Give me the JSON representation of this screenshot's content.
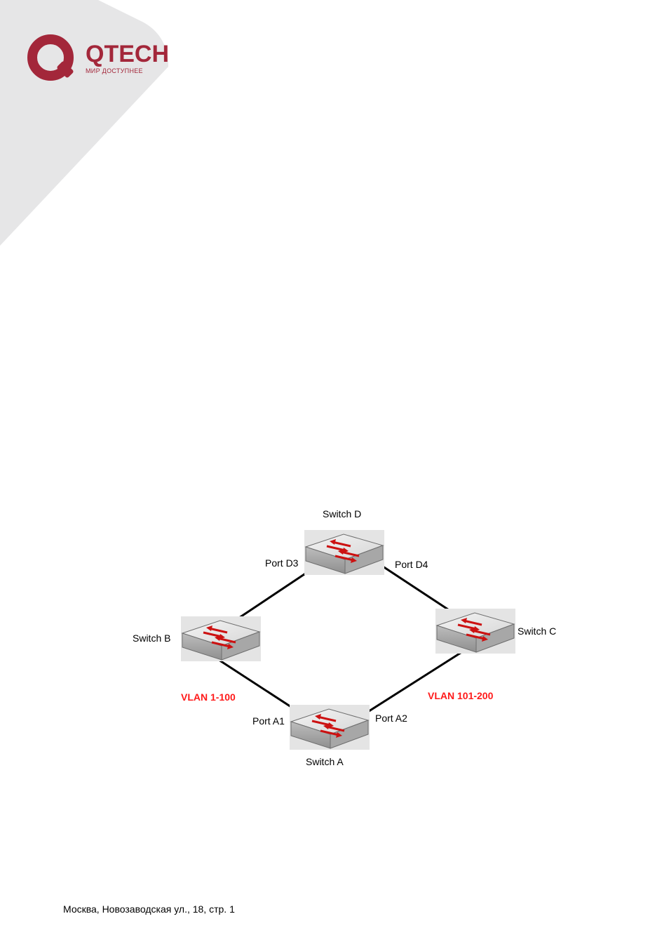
{
  "brand": {
    "name": "QTECH",
    "tagline": "МИР ДОСТУПНЕЕ",
    "colors": {
      "primary": "#a3273a",
      "corner_bg": "#e6e6e7"
    }
  },
  "diagram": {
    "switches": {
      "a": "Switch A",
      "b": "Switch B",
      "c": "Switch C",
      "d": "Switch D"
    },
    "ports": {
      "a1": "Port A1",
      "a2": "Port A2",
      "d3": "Port D3",
      "d4": "Port D4"
    },
    "vlans": {
      "left": "VLAN 1-100",
      "right": "VLAN 101-200"
    },
    "colors": {
      "vlan_label": "#ff1a1a",
      "arrow": "#cc1111",
      "link": "#000000"
    }
  },
  "footer": {
    "address": "Москва, Новозаводская ул., 18, стр. 1"
  }
}
